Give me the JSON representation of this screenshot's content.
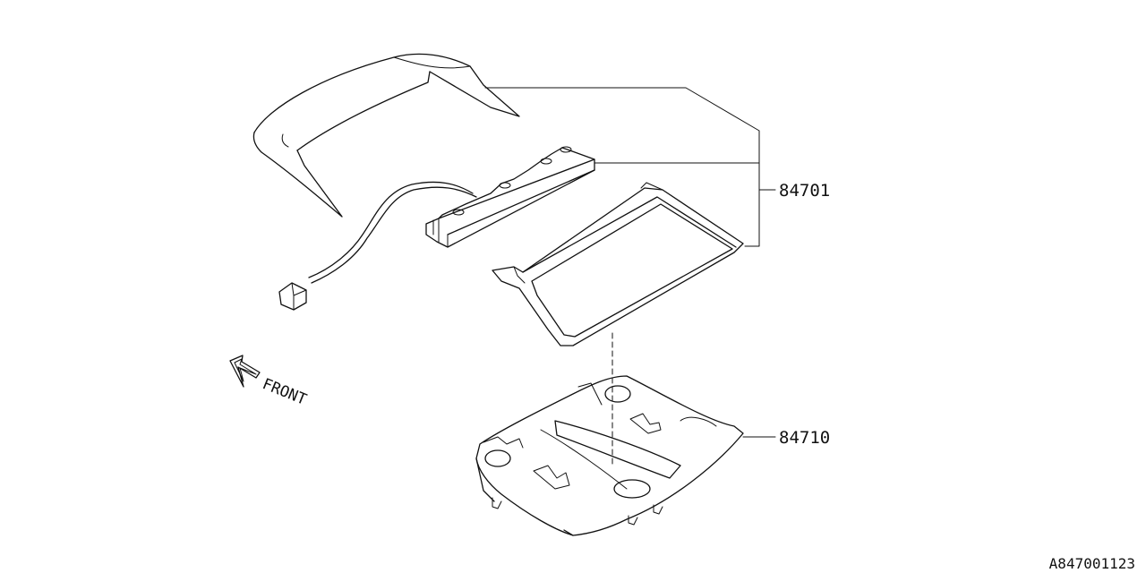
{
  "parts": [
    {
      "id": "part-84701",
      "number": "84701"
    },
    {
      "id": "part-84710",
      "number": "84710"
    }
  ],
  "direction_label": "FRONT",
  "diagram_ref": "A847001123"
}
